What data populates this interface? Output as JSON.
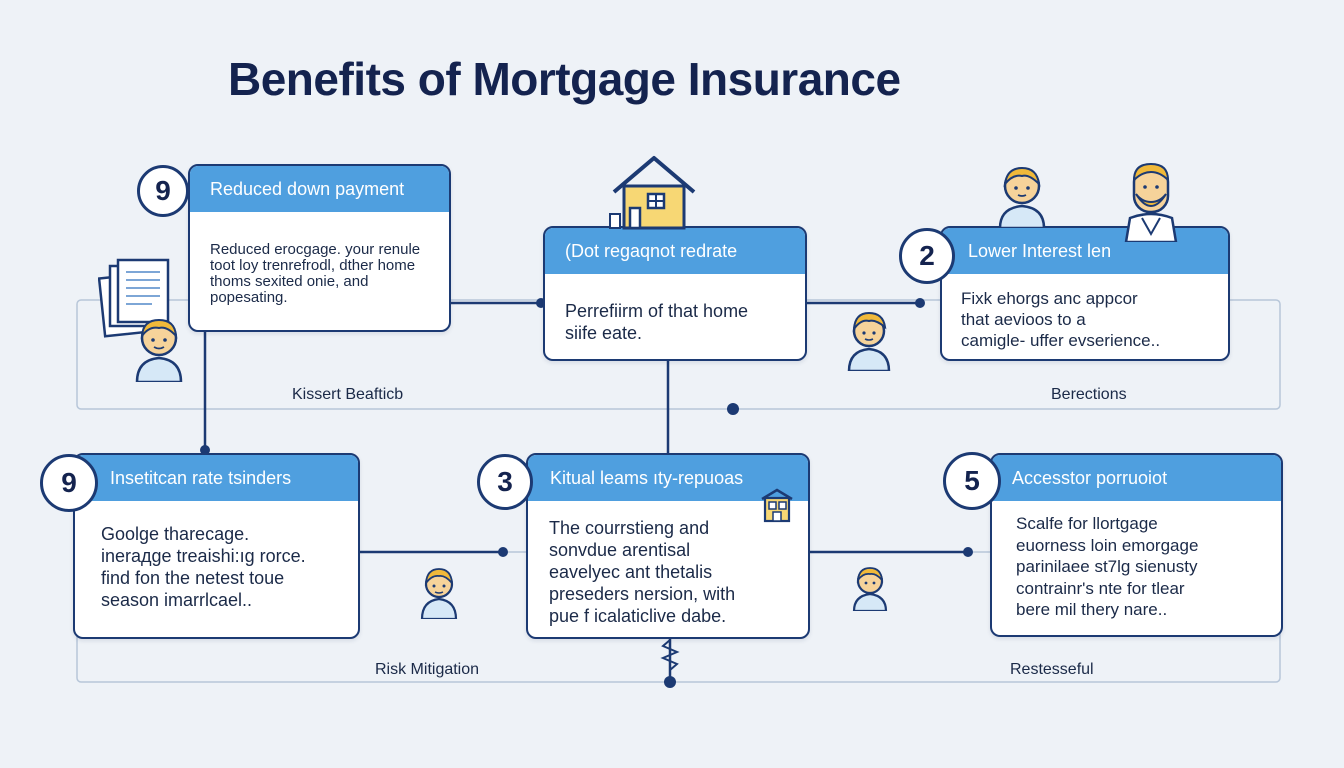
{
  "title": "Benefits of Mortgage Insurance",
  "colors": {
    "navy": "#1c3a73",
    "header_blue": "#4f9fdf",
    "background": "#eef2f7",
    "skin": "#f6d39a",
    "hair": "#f0b93a",
    "house": "#f7d774"
  },
  "cards": [
    {
      "badge": "9",
      "heading": "Reduced down payment",
      "body": "Reduced erocgage. your renule\ntoot loy trenrefrodl, dther home\nthoms sexited onie, and\npopesating."
    },
    {
      "badge": "",
      "heading": "(Dot regaqnot redrate",
      "body": "Perrefiirm of that home\nsiife eate."
    },
    {
      "badge": "2",
      "heading": "Lower Interest len",
      "body": "Fixk ehorgs anc appcor\nthat aevioos to a\ncamigle- uffer evserience.."
    },
    {
      "badge": "9",
      "heading": "Insetitcan rate tsinders",
      "body": "Goolge tharecage.\ninerадge treaishi:ıg rorce.\nfind fon the netest toue\nseason imarrlcael.."
    },
    {
      "badge": "3",
      "heading": "Kitual leams ıty-repuoas",
      "body": "The courrstieng and\nsonvdue arentisal\neavelyec ant thetalis\npreseders nersion, with\npue f icalaticlive dabe."
    },
    {
      "badge": "5",
      "heading": "Accesstor porruoiot",
      "body": "Scalfe for llortgage\neuorness loin emorgage\nparinilaee st7lg sienusty\ncontrainr's nte for tlear\nbere mil thery nare.."
    }
  ],
  "section_labels": {
    "top_left": "Kissert Beafticb",
    "top_right": "Berections",
    "bottom_left": "Risk Mitigation",
    "bottom_right": "Restesseful"
  },
  "icons": [
    "house-icon",
    "document-stack-icon",
    "person-icon",
    "bearded-person-icon",
    "small-building-icon",
    "spring-connector-icon"
  ]
}
